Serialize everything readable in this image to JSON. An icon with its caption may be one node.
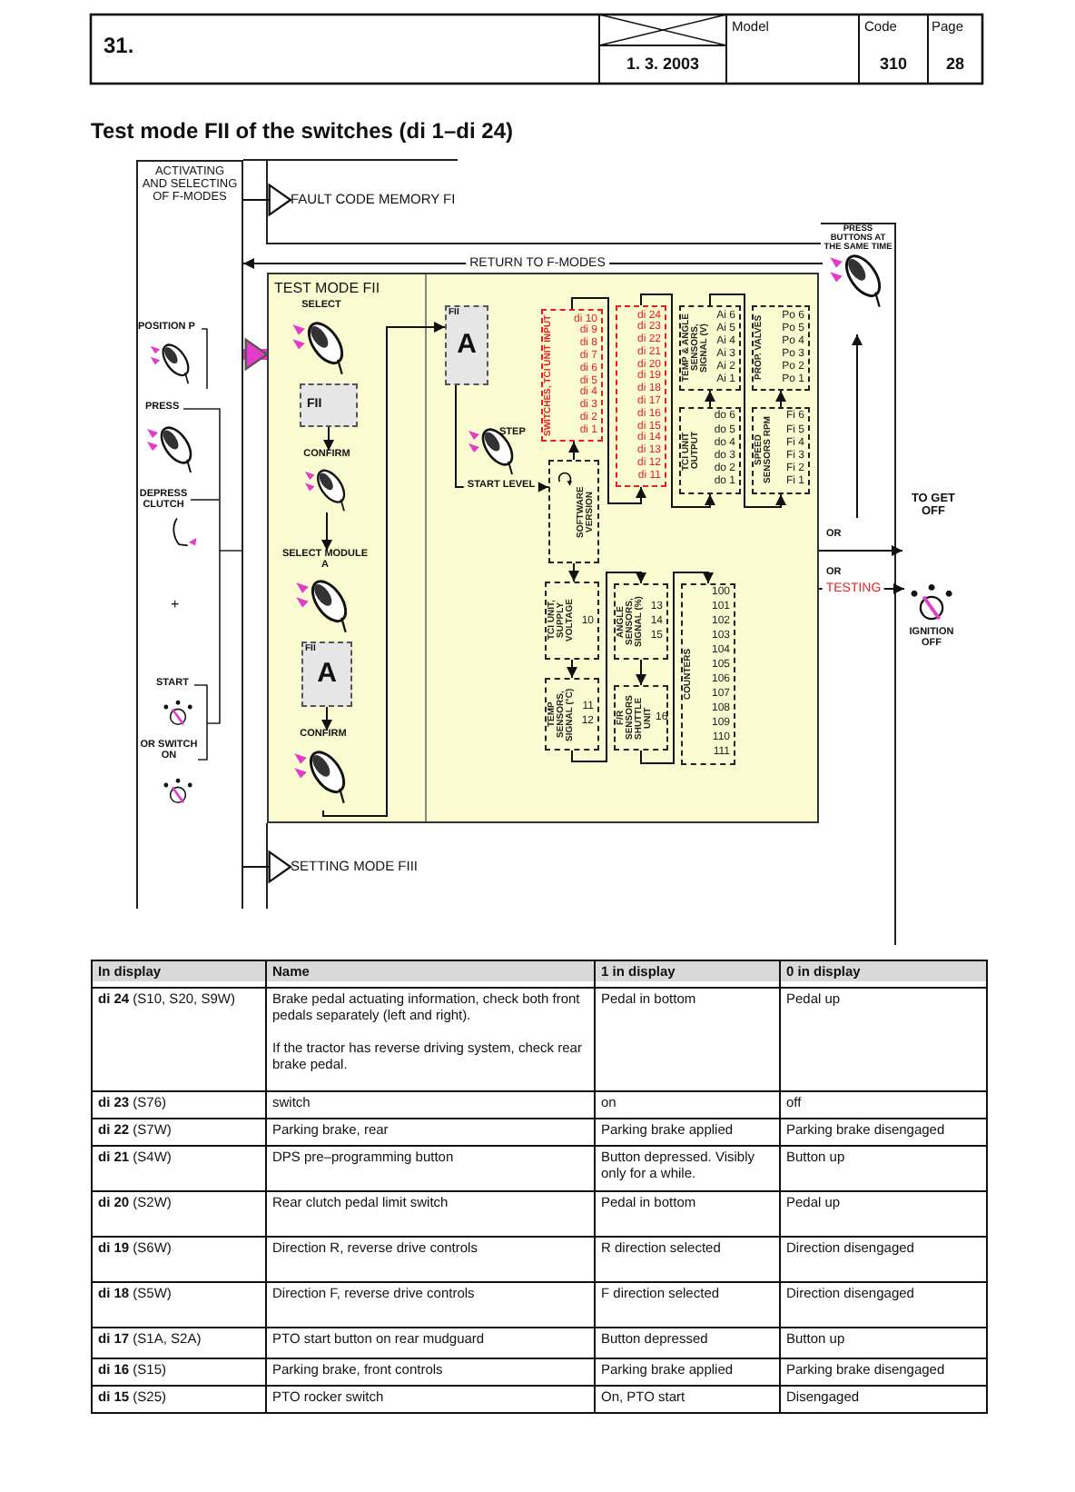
{
  "diagram": {
    "title": "Test mode FII of the switches (di 1–di 24)",
    "nodes": [
      {
        "text": [
          "ACTIVATING AND SELECTING OF F-MODES"
        ]
      },
      {
        "text": [
          "FAULT CODE MEMORY FI"
        ]
      },
      {
        "text": [
          "TEST MODE FII"
        ]
      },
      {
        "text": [
          "SETTING MODE FIII"
        ]
      },
      {
        "text": [
          "SELECT"
        ],
        "in": 2
      },
      {
        "text": [
          "FII"
        ],
        "in": 2
      },
      {
        "text": [
          "CONFIRM"
        ],
        "in": 2
      },
      {
        "text": [
          "SELECT MODULE A"
        ],
        "in": 2
      },
      {
        "text": [
          "FII",
          "A"
        ],
        "in": 2
      },
      {
        "text": [
          "CONFIRM"
        ],
        "in": 2
      },
      {
        "text": [
          "FII",
          "A"
        ],
        "in": 2
      },
      {
        "text": [
          "SOFTWARE VERSION"
        ],
        "in": 2
      },
      {
        "text": [
          "SWITCHES, TCI UNIT INPUT",
          "di 10",
          "di 9",
          "di 8",
          "di 7",
          "di 6",
          "di 5",
          "di 4",
          "di 3",
          "di 2",
          "di 1"
        ],
        "in": 2
      },
      {
        "text": [
          "di 24",
          "di 23",
          "di 22",
          "di 21",
          "di 20",
          "di 19",
          "di 18",
          "di 17",
          "di 16",
          "di 15",
          "di 14",
          "di 13",
          "di 12",
          "di 11"
        ],
        "in": 2
      },
      {
        "text": [
          "TCI UNIT OUTPUT",
          "do 6",
          "do 5",
          "do 4",
          "do 3",
          "do 2",
          "do 1"
        ],
        "in": 2
      },
      {
        "text": [
          "TEMP & ANGLE SENSORS, SIGNAL (V)",
          "Ai 6",
          "Ai 5",
          "Ai 4",
          "Ai 3",
          "Ai 2",
          "Ai 1"
        ],
        "in": 2
      },
      {
        "text": [
          "SPEED SENSORS RPM",
          "Fi 6",
          "Fi 5",
          "Fi 4",
          "Fi 3",
          "Fi 2",
          "Fi 1"
        ],
        "in": 2
      },
      {
        "text": [
          "PROP. VALVES",
          "Po 6",
          "Po 5",
          "Po 4",
          "Po 3",
          "Po 2",
          "Po 1"
        ],
        "in": 2
      },
      {
        "text": [
          "TCI UNIT, SUPPLY VOLTAGE",
          "10"
        ],
        "in": 2
      },
      {
        "text": [
          "TEMP SENSORS, SIGNAL (°C)",
          "11",
          "12"
        ],
        "in": 2
      },
      {
        "text": [
          "ANGLE SENSORS, SIGNAL (%)",
          "13",
          "14",
          "15"
        ],
        "in": 2
      },
      {
        "text": [
          "F/R SENSORS SHUTTLE UNIT",
          "16"
        ],
        "in": 2
      },
      {
        "text": [
          "COUNTERS",
          "100",
          "101",
          "102",
          "103",
          "104",
          "105",
          "106",
          "107",
          "108",
          "109",
          "110",
          "111"
        ],
        "in": 2
      },
      {
        "text": [
          "PRESS BUTTONS AT THE SAME TIME"
        ]
      },
      {
        "text": [
          "TO GET OFF"
        ]
      },
      {
        "text": [
          "IGNITION OFF"
        ]
      }
    ],
    "edges": [
      {
        "from": 0,
        "to": 1,
        "arrow": "to"
      },
      {
        "from": 0,
        "to": 2,
        "arrow": "to",
        "style": "thick",
        "color": "#e23cc8"
      },
      {
        "from": 0,
        "to": 3,
        "arrow": "to"
      },
      {
        "from": 23,
        "to": 0,
        "arrow": "to",
        "label": "RETURN TO F-MODES"
      },
      {
        "from": 5,
        "to": 6,
        "arrow": "to"
      },
      {
        "from": 6,
        "to": 7,
        "arrow": "to"
      },
      {
        "from": 8,
        "to": 9,
        "arrow": "to"
      },
      {
        "from": 9,
        "to": 10,
        "arrow": "to"
      },
      {
        "from": 10,
        "to": 11,
        "arrow": "to",
        "label": "START LEVEL"
      },
      {
        "from": 11,
        "to": 12,
        "arrow": "to"
      },
      {
        "from": 12,
        "to": 13,
        "arrow": "to"
      },
      {
        "from": 13,
        "to": 14,
        "arrow": "to"
      },
      {
        "from": 14,
        "to": 15,
        "arrow": "to"
      },
      {
        "from": 15,
        "to": 16,
        "arrow": "to"
      },
      {
        "from": 16,
        "to": 17,
        "arrow": "to"
      },
      {
        "from": 11,
        "to": 18,
        "arrow": "to"
      },
      {
        "from": 18,
        "to": 19,
        "arrow": "to"
      },
      {
        "from": 19,
        "to": 20,
        "arrow": "to"
      },
      {
        "from": 20,
        "to": 21,
        "arrow": "to"
      },
      {
        "from": 21,
        "to": 22,
        "arrow": "to"
      },
      {
        "from": null,
        "to": 23,
        "arrow": "to"
      },
      {
        "from": 2,
        "to": 24,
        "arrow": "to"
      },
      {
        "from": 2,
        "to": 25,
        "arrow": "to",
        "label": "TESTING"
      }
    ],
    "labels": [
      "31.",
      "Model",
      "Code",
      "Page",
      "1. 3. 2003",
      "310",
      "28",
      "POSITION P",
      "PRESS",
      "DEPRESS CLUTCH",
      "+",
      "START",
      "OR SWITCH ON",
      "STEP",
      "OR",
      "OR",
      "In display",
      "Name",
      "1 in display",
      "0 in display",
      "**di 24** (S10, S20, S9W)",
      "Brake pedal actuating information, check both front pedals separately (left and right).",
      "If the tractor has reverse driving system, check rear brake pedal.",
      "Pedal in bottom",
      "Pedal up",
      "**di 23** (S76)",
      "switch",
      "on",
      "off",
      "**di 22** (S7W)",
      "Parking brake, rear",
      "Parking brake applied",
      "Parking brake disengaged",
      "**di 21** (S4W)",
      "DPS pre–programming button",
      "Button depressed. Visibly only for a while.",
      "Button up",
      "**di 20** (S2W)",
      "Rear clutch pedal limit switch",
      "Pedal in bottom",
      "Pedal up",
      "**di 19** (S6W)",
      "Direction R, reverse drive controls",
      "R direction selected",
      "Direction disengaged",
      "**di 18** (S5W)",
      "Direction F, reverse drive controls",
      "F direction selected",
      "Direction disengaged",
      "**di 17** (S1A, S2A)",
      "PTO start button on rear mudguard",
      "Button depressed",
      "Button up",
      "**di 16** (S15)",
      "Parking brake, front controls",
      "Parking brake applied",
      "Parking brake disengaged",
      "**di 15** (S25)",
      "PTO rocker switch",
      "On, PTO start",
      "Disengaged"
    ]
  }
}
